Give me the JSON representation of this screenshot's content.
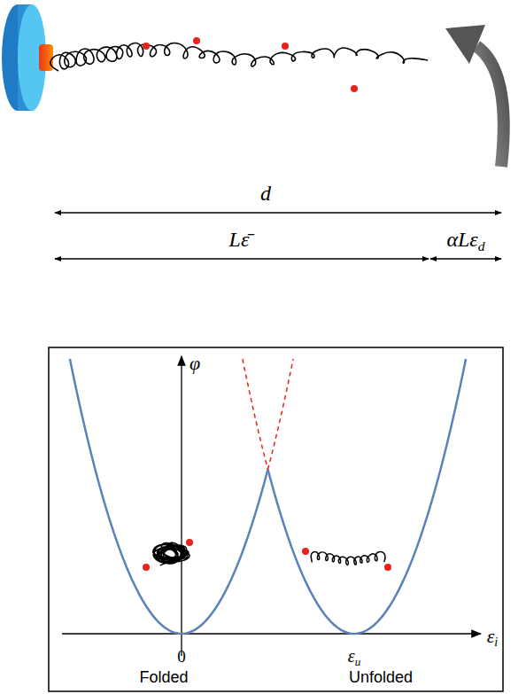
{
  "diagram": {
    "labels": [
      "d",
      "Lε̄",
      "αLεd",
      "φ",
      "εi",
      "0",
      "εu",
      "Folded",
      "Unfolded"
    ]
  }
}
